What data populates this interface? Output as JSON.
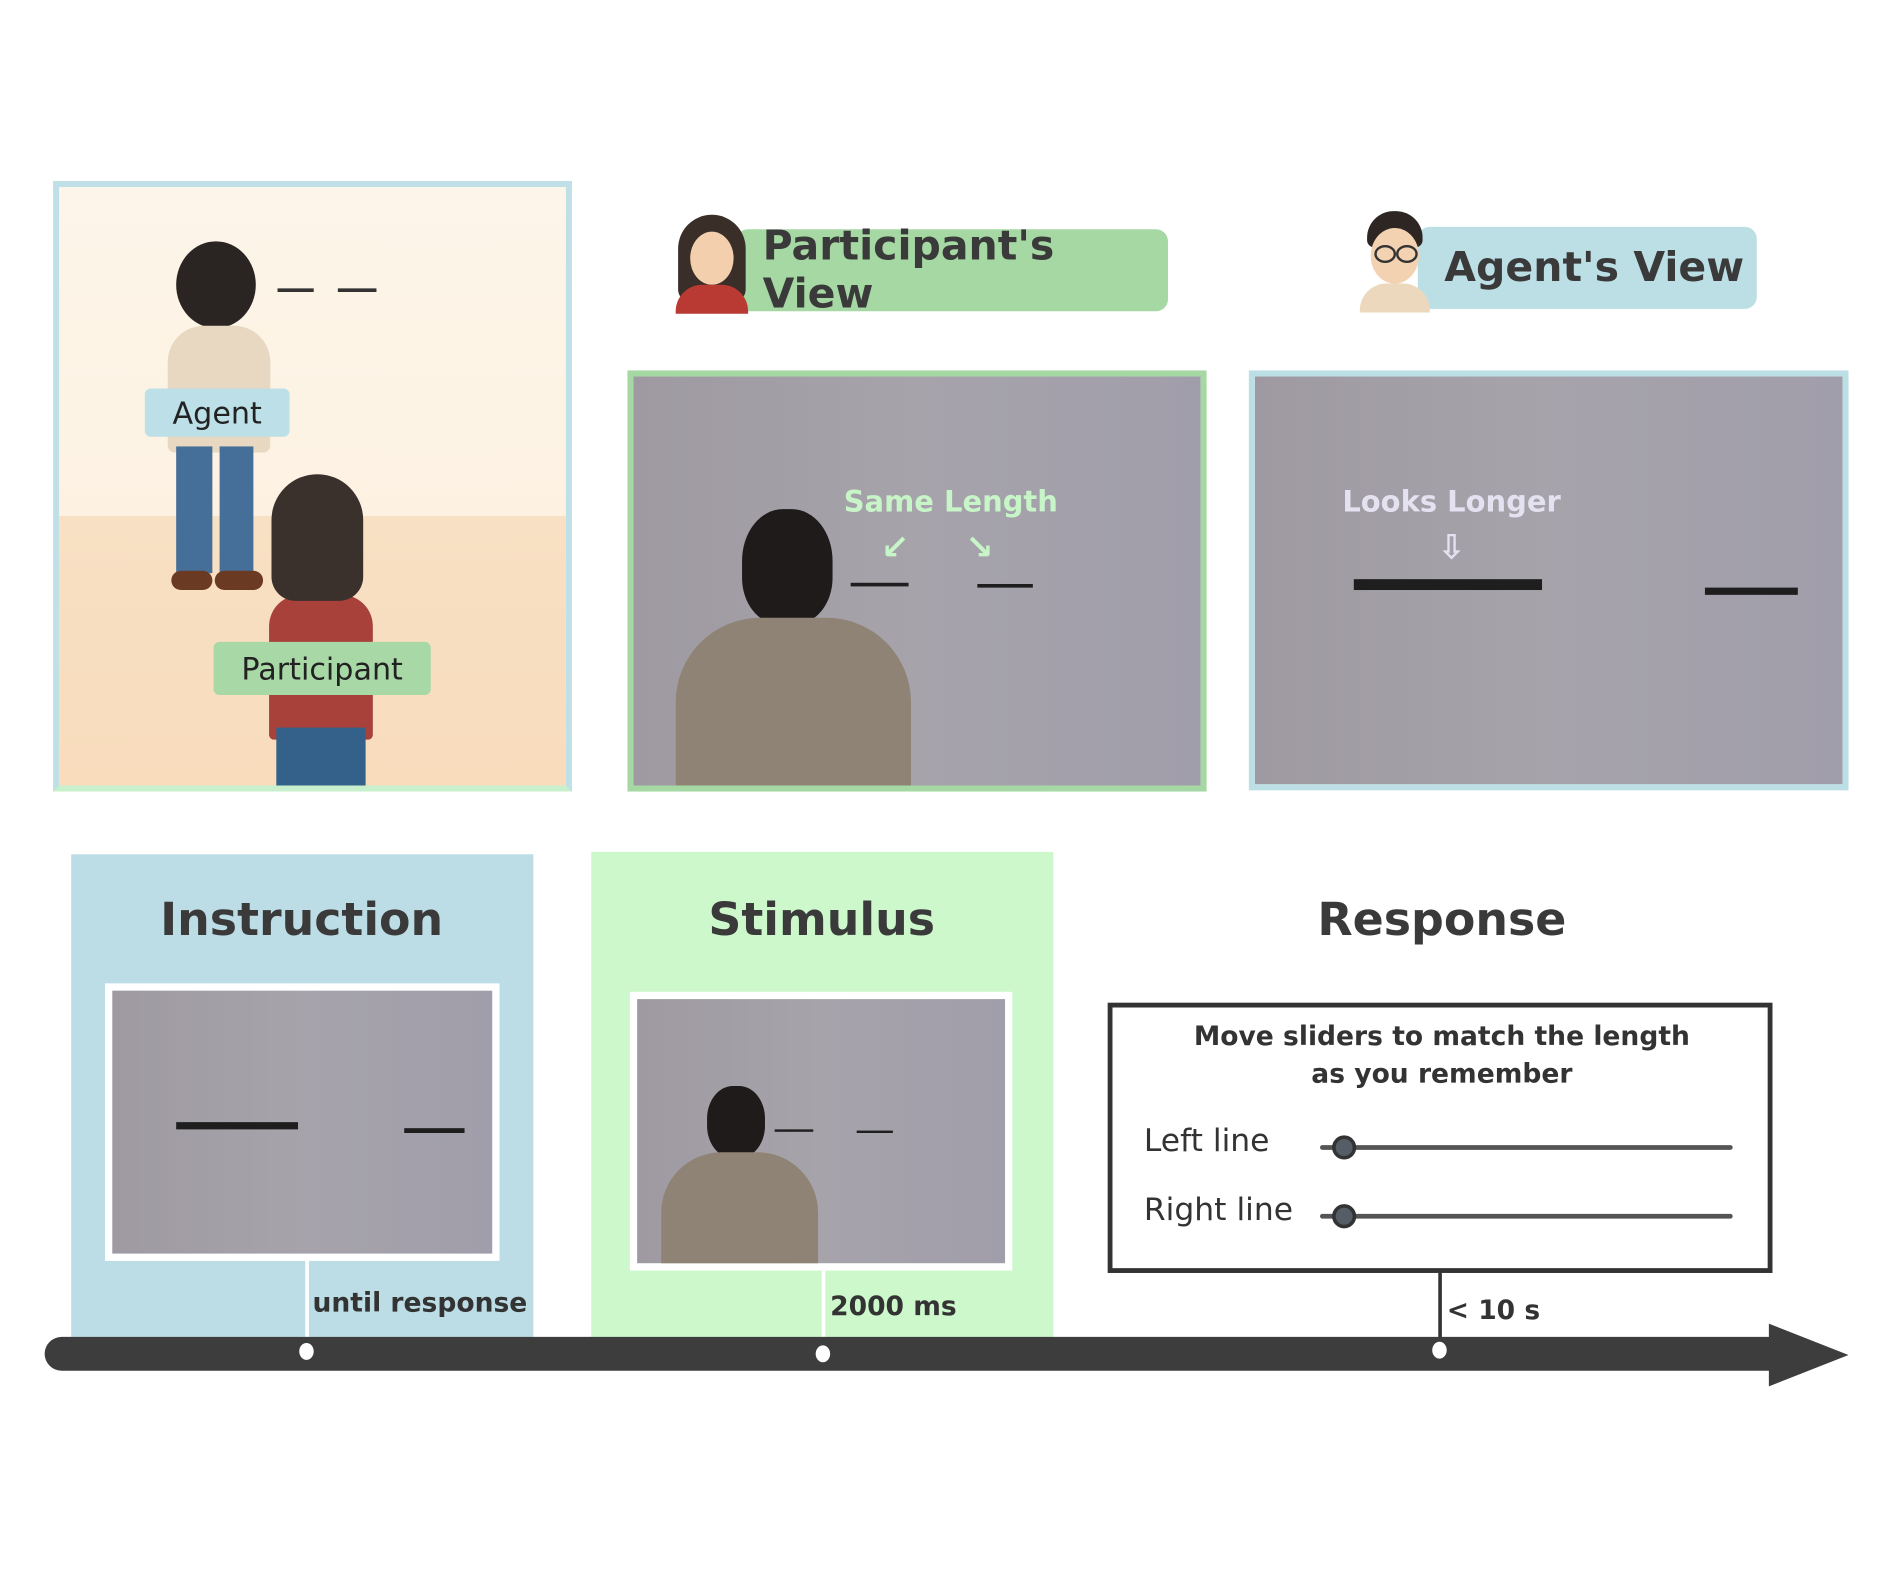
{
  "scene": {
    "agent_label": "Agent",
    "participant_label": "Participant"
  },
  "views": {
    "participant_title": "Participant's View",
    "agent_title": "Agent's View",
    "participant_annotation": "Same Length",
    "agent_annotation": "Looks Longer"
  },
  "timeline": {
    "phases": [
      {
        "title": "Instruction",
        "duration": "until response"
      },
      {
        "title": "Stimulus",
        "duration": "2000 ms"
      },
      {
        "title": "Response",
        "duration": "< 10 s"
      }
    ],
    "response_box": {
      "instruction_line1": "Move sliders to match the length",
      "instruction_line2": "as you remember",
      "sliders": [
        {
          "label": "Left line",
          "value": 0
        },
        {
          "label": "Right line",
          "value": 0
        }
      ]
    }
  },
  "colors": {
    "participant_green": "#a6d8a4",
    "agent_blue": "#bcdfe6",
    "instruction_bg": "#bcdde5",
    "stimulus_bg": "#ccf8cc",
    "timeline": "#3d3d3d"
  }
}
